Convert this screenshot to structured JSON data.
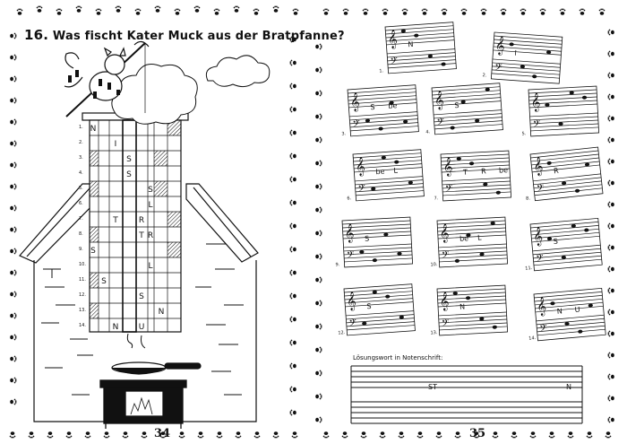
{
  "left_page": {
    "question_number": "16.",
    "question_text": "Was fischt Kater Muck aus der Bratpfanne?",
    "page_number": "34",
    "grid": {
      "rows": [
        {
          "n": "1.",
          "cells": [
            "N",
            "",
            "",
            "",
            "",
            "",
            "",
            ""
          ]
        },
        {
          "n": "2.",
          "cells": [
            "",
            "",
            "I",
            "",
            "",
            "",
            "",
            ""
          ]
        },
        {
          "n": "3.",
          "cells": [
            "",
            "",
            "",
            "S",
            "",
            "",
            "",
            ""
          ]
        },
        {
          "n": "4.",
          "cells": [
            "",
            "",
            "",
            "S",
            "",
            "",
            "",
            ""
          ]
        },
        {
          "n": "5.",
          "cells": [
            "",
            "",
            "",
            "",
            "",
            "S",
            "",
            ""
          ]
        },
        {
          "n": "6.",
          "cells": [
            "",
            "",
            "",
            "",
            "",
            "L",
            "",
            ""
          ]
        },
        {
          "n": "7.",
          "cells": [
            "",
            "",
            "T",
            "",
            "R",
            "",
            "",
            ""
          ]
        },
        {
          "n": "8.",
          "cells": [
            "",
            "",
            "",
            "",
            "T",
            "R",
            "",
            ""
          ]
        },
        {
          "n": "9.",
          "cells": [
            "S",
            "",
            "",
            "",
            "",
            "",
            "",
            ""
          ]
        },
        {
          "n": "10.",
          "cells": [
            "",
            "",
            "",
            "",
            "",
            "L",
            "",
            ""
          ]
        },
        {
          "n": "11.",
          "cells": [
            "",
            "S",
            "",
            "",
            "",
            "",
            "",
            ""
          ]
        },
        {
          "n": "12.",
          "cells": [
            "",
            "",
            "",
            "",
            "S",
            "",
            "",
            ""
          ]
        },
        {
          "n": "13.",
          "cells": [
            "",
            "",
            "",
            "",
            "",
            "",
            "N",
            ""
          ]
        },
        {
          "n": "14.",
          "cells": [
            "",
            "",
            "N",
            "",
            "U",
            "",
            "",
            ""
          ]
        }
      ]
    }
  },
  "right_page": {
    "page_number": "35",
    "staves": [
      {
        "n": "1.",
        "letters": [
          "N"
        ]
      },
      {
        "n": "2.",
        "letters": [
          "I"
        ]
      },
      {
        "n": "3.",
        "letters": [
          "S",
          "be"
        ]
      },
      {
        "n": "4.",
        "letters": [
          "S"
        ]
      },
      {
        "n": "5.",
        "letters": []
      },
      {
        "n": "6.",
        "letters": [
          "be",
          "L"
        ]
      },
      {
        "n": "7.",
        "letters": [
          "T",
          "R",
          "be"
        ]
      },
      {
        "n": "8.",
        "letters": [
          "R"
        ]
      },
      {
        "n": "9.",
        "letters": [
          "S"
        ]
      },
      {
        "n": "10.",
        "letters": [
          "be",
          "L"
        ]
      },
      {
        "n": "11.",
        "letters": [
          "S"
        ]
      },
      {
        "n": "12.",
        "letters": [
          "S"
        ]
      },
      {
        "n": "13.",
        "letters": [
          "N"
        ]
      },
      {
        "n": "14.",
        "letters": [
          "N",
          "U"
        ]
      }
    ],
    "solution_label": "Lösungswort in Notenschrift:",
    "solution_letters": [
      "ST",
      "N"
    ]
  },
  "icons": [
    "paw-print-icon",
    "treble-clef-icon",
    "bass-clef-icon",
    "cat-illustration",
    "cloud-icon",
    "frying-pan-icon",
    "stove-icon",
    "house-roof-icon"
  ]
}
